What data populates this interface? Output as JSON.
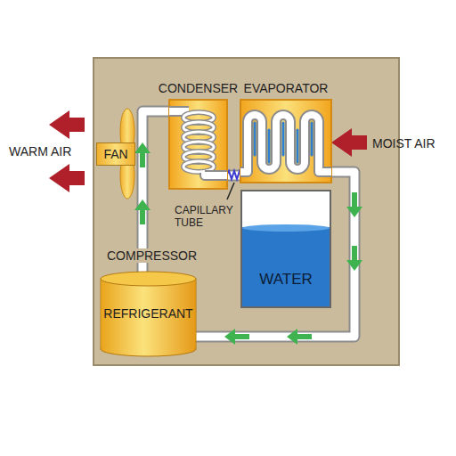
{
  "diagram": {
    "nodes": [
      {
        "text": [
          "CONDENSER"
        ]
      },
      {
        "text": [
          "EVAPORATOR"
        ]
      },
      {
        "text": [
          "FAN"
        ]
      },
      {
        "text": [
          "WATER"
        ]
      },
      {
        "text": [
          "COMPRESSOR",
          "REFRIGERANT"
        ]
      }
    ],
    "edges": [
      {
        "from": 4,
        "to": 0,
        "arrow": "none"
      },
      {
        "from": 0,
        "to": 1,
        "arrow": "none"
      },
      {
        "from": 1,
        "to": 4,
        "arrow": "none"
      }
    ],
    "labels": [
      "WARM AIR",
      "MOIST AIR",
      "CAPILLARY TUBE"
    ]
  }
}
